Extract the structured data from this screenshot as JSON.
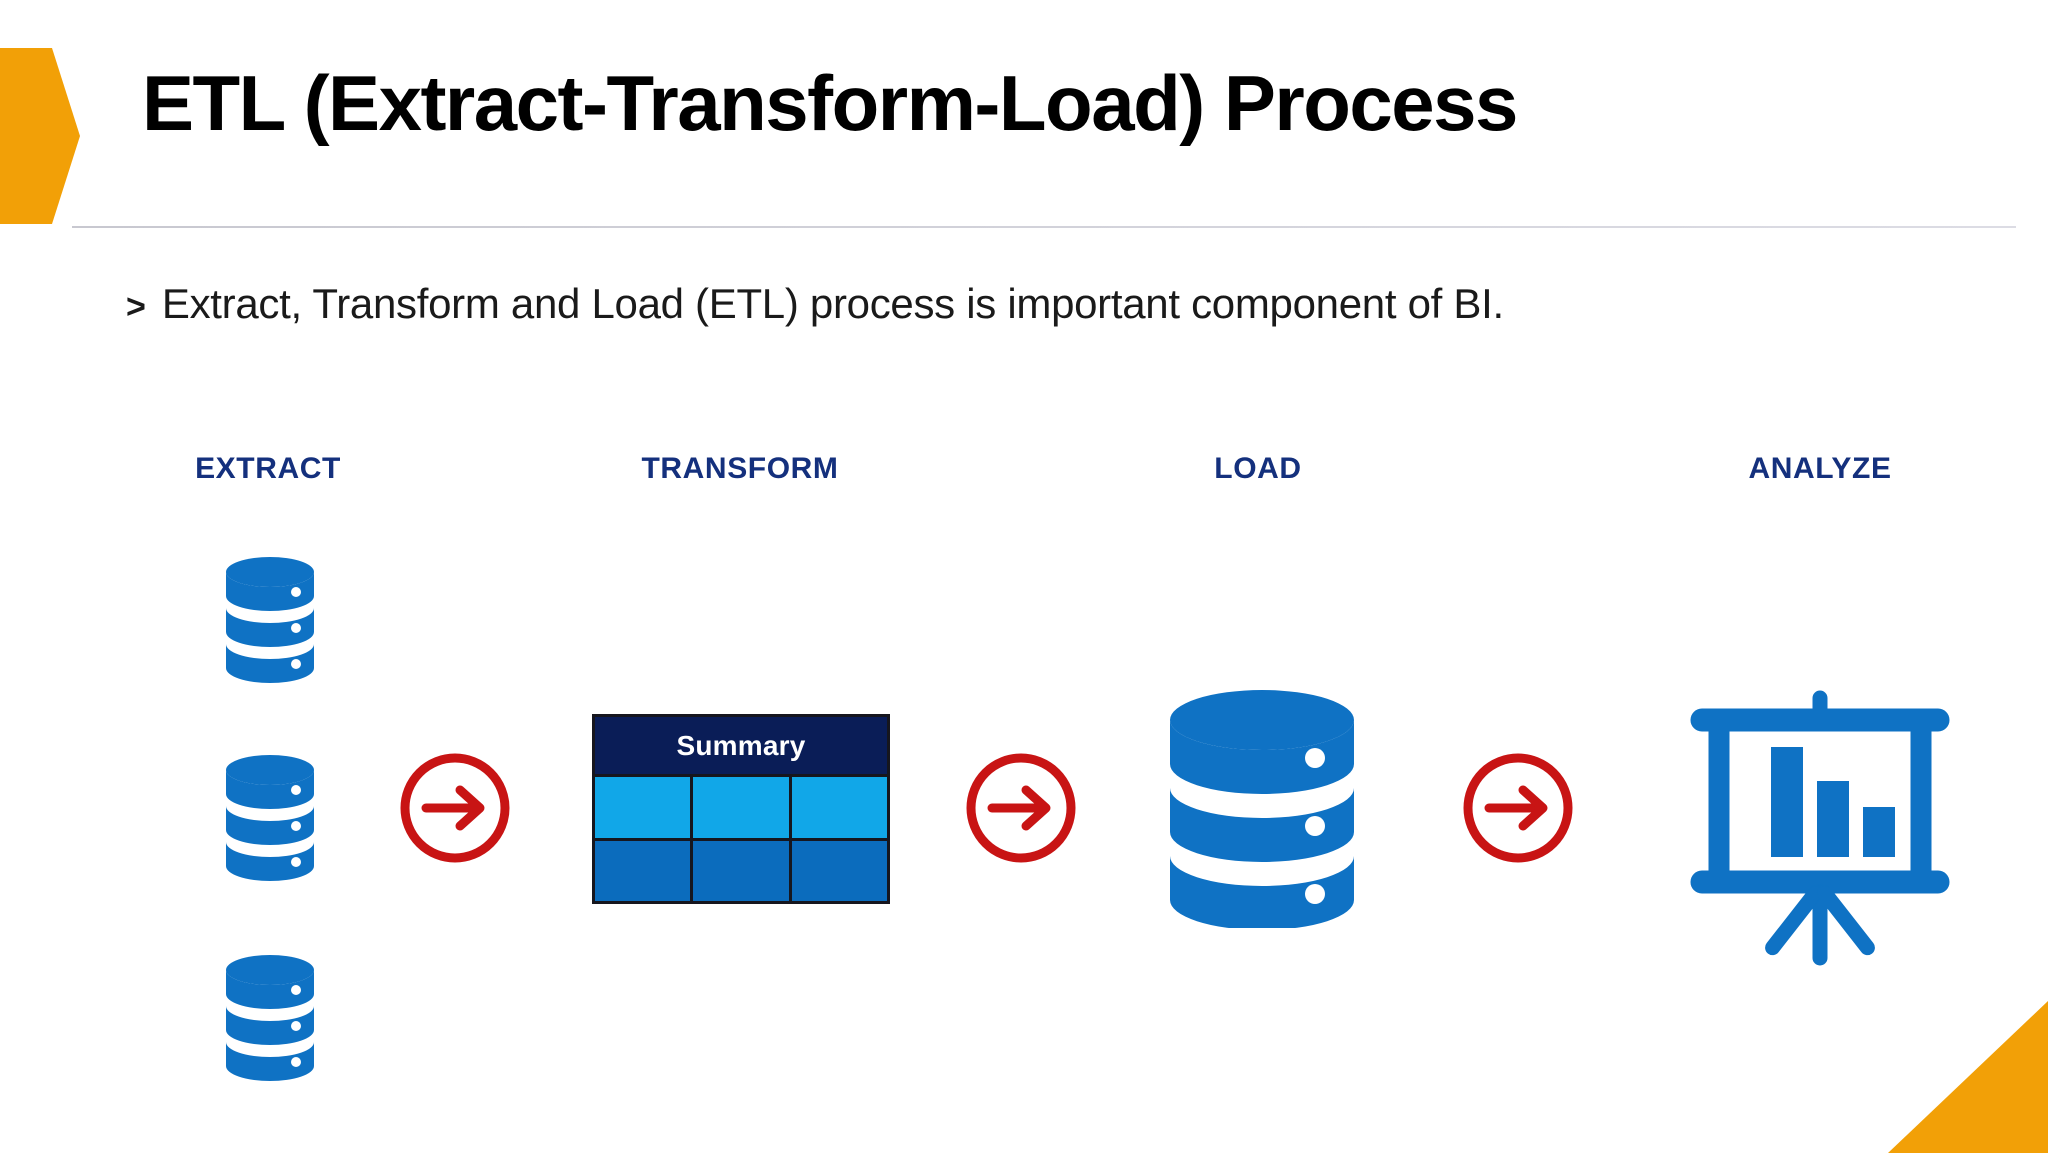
{
  "slide": {
    "title": "ETL (Extract-Transform-Load) Process",
    "bullet_marker": ">",
    "bullet_text": "Extract, Transform and Load (ETL) process is important component of BI.",
    "accent_orange": "#f2a007",
    "header_navy": "#14307d",
    "icon_blue": "#0f72c4",
    "arrow_red": "#c81414",
    "table_header_navy": "#0a1d57",
    "table_row_light_blue": "#11a7e8",
    "table_row_dark_blue": "#0b6cbd"
  },
  "diagram": {
    "stages": [
      {
        "label": "EXTRACT",
        "icon": "database-stack-icon"
      },
      {
        "label": "TRANSFORM",
        "icon": "summary-table-icon"
      },
      {
        "label": "LOAD",
        "icon": "database-large-icon"
      },
      {
        "label": "ANALYZE",
        "icon": "presentation-chart-icon"
      }
    ],
    "connectors": [
      {
        "icon": "arrow-right-circle-icon"
      },
      {
        "icon": "arrow-right-circle-icon"
      },
      {
        "icon": "arrow-right-circle-icon"
      }
    ],
    "summary_table": {
      "header": "Summary",
      "rows": [
        {
          "tone": "light",
          "cells": [
            "",
            "",
            ""
          ]
        },
        {
          "tone": "dark",
          "cells": [
            "",
            "",
            ""
          ]
        }
      ]
    },
    "extract_sources_count": 3
  }
}
